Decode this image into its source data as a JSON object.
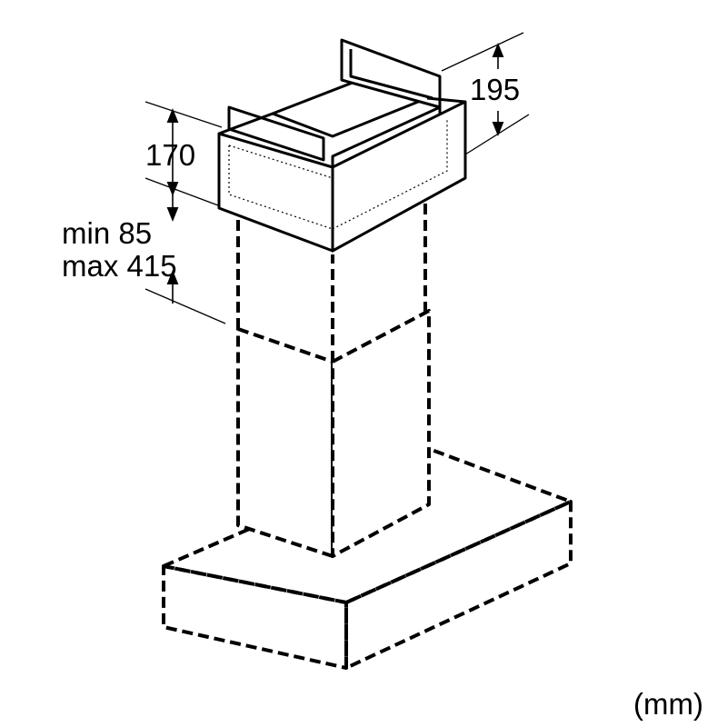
{
  "dimensions": {
    "top_height": "170",
    "top_depth": "195",
    "gap_min": "min 85",
    "gap_max": "max 415"
  },
  "unit_label": "(mm)",
  "colors": {
    "stroke": "#000000",
    "fill_light": "#ffffff",
    "fill_shade": "#f2f2f2"
  }
}
